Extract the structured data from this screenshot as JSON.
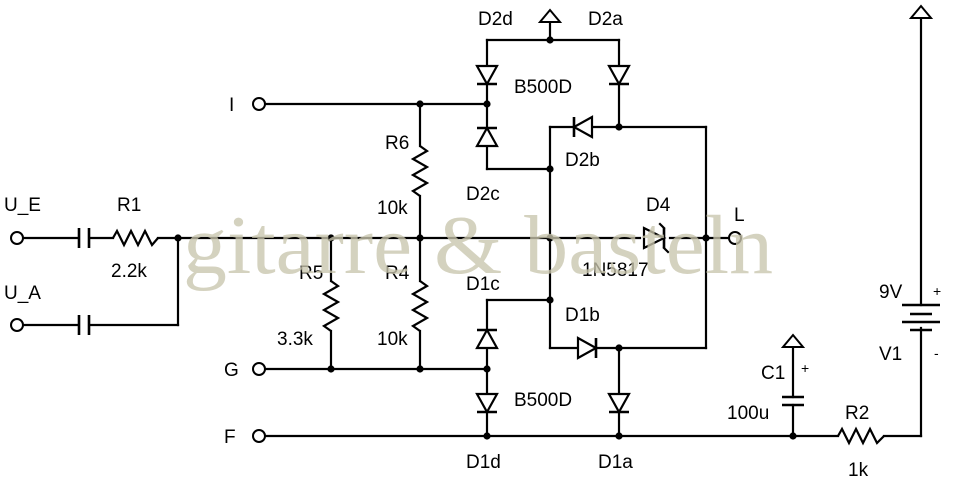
{
  "labels": {
    "U_E": "U_E",
    "U_A": "U_A",
    "R1": "R1",
    "R1_val": "2.2k",
    "R2": "R2",
    "R2_val": "1k",
    "R4": "R4",
    "R4_val": "10k",
    "R5": "R5",
    "R5_val": "3.3k",
    "R6": "R6",
    "R6_val": "10k",
    "C1": "C1",
    "C1_val": "100u",
    "C1_plus": "+",
    "V1": "V1",
    "V1_val": "9V",
    "V1_plus": "+",
    "V1_minus": "-",
    "D4": "D4",
    "D4_val": "1N5817",
    "D2a": "D2a",
    "D2b": "D2b",
    "D2c": "D2c",
    "D2d": "D2d",
    "D1a": "D1a",
    "D1b": "D1b",
    "D1c": "D1c",
    "D1d": "D1d",
    "bridge_top": "B500D",
    "bridge_bottom": "B500D",
    "I": "I",
    "G": "G",
    "F": "F",
    "L": "L"
  },
  "watermark": "gitarre & basteln"
}
